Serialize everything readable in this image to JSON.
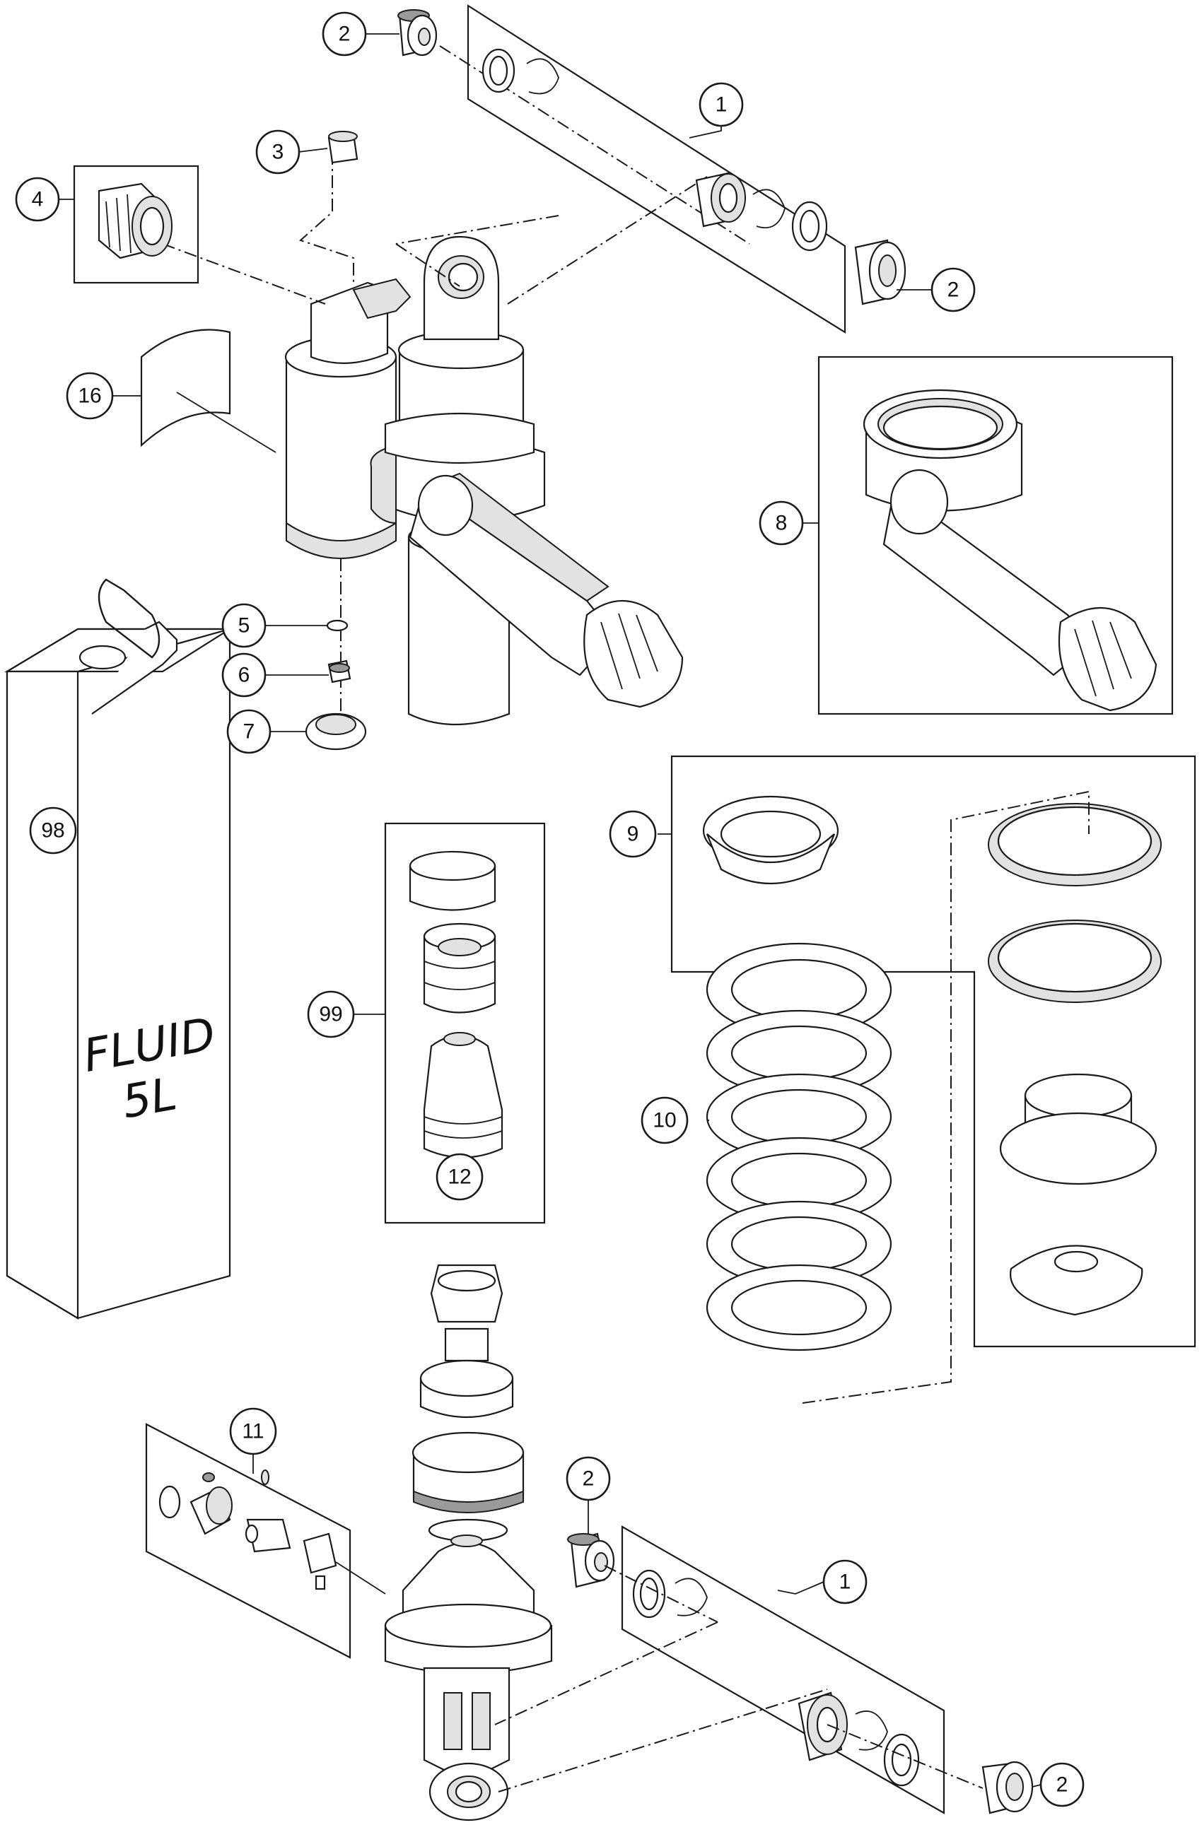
{
  "callouts": {
    "c1a": "1",
    "c1b": "1",
    "c2a": "2",
    "c2b": "2",
    "c2c": "2",
    "c2d": "2",
    "c3": "3",
    "c4": "4",
    "c5": "5",
    "c6": "6",
    "c7": "7",
    "c8": "8",
    "c9": "9",
    "c10": "10",
    "c11": "11",
    "c12": "12",
    "c16": "16",
    "c98": "98",
    "c99": "99"
  },
  "fluid_can": {
    "line1": "FLUID",
    "line2": "5L"
  }
}
